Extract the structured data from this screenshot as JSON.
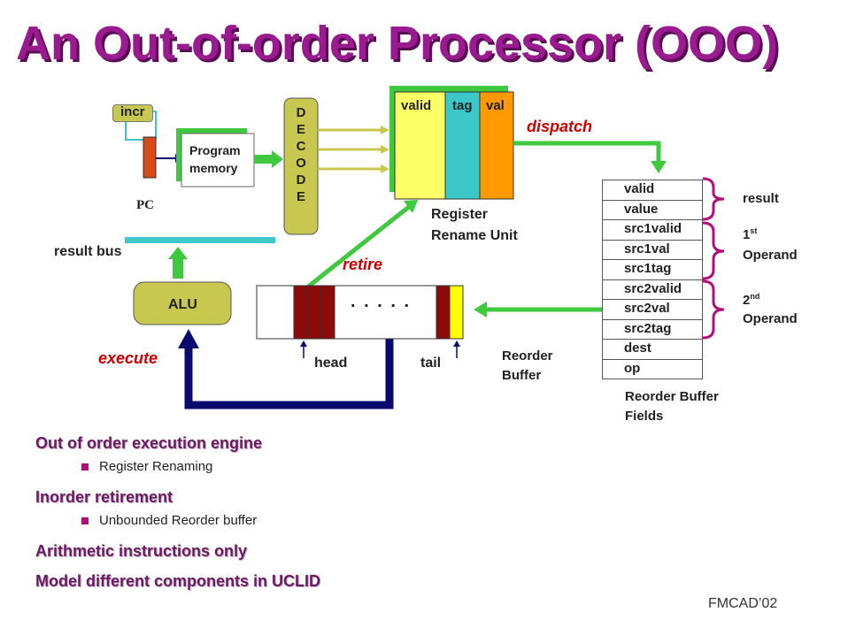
{
  "title": "An Out-of-order Processor  (OOO)",
  "pc": {
    "incr_label": "incr",
    "pc_label": "PC",
    "program_memory": [
      "Program",
      "memory"
    ]
  },
  "decode_letters": [
    "D",
    "E",
    "C",
    "O",
    "D",
    "E"
  ],
  "rename_unit": {
    "columns": [
      "valid",
      "tag",
      "val"
    ],
    "label": [
      "Register",
      "Rename Unit"
    ]
  },
  "labels": {
    "dispatch": "dispatch",
    "retire": "retire",
    "execute": "execute",
    "result_bus": "result bus",
    "alu": "ALU",
    "head": "head",
    "tail": "tail",
    "dots": ". . . . .",
    "reorder_buffer": [
      "Reorder",
      "Buffer"
    ],
    "rob_fields_caption": [
      "Reorder Buffer",
      "Fields"
    ],
    "footer": "FMCAD’02"
  },
  "rob_fields": [
    "valid",
    "value",
    "src1valid",
    "src1val",
    "src1tag",
    "src2valid",
    "src2val",
    "src2tag",
    "dest",
    "op"
  ],
  "braces": {
    "result": "result",
    "operand1": {
      "num": "1",
      "sup": "st",
      "word": "Operand"
    },
    "operand2": {
      "num": "2",
      "sup": "nd",
      "word": "Operand"
    }
  },
  "bullets": [
    {
      "head": "Out of order execution engine",
      "sub": "Register Renaming"
    },
    {
      "head": "Inorder retirement",
      "sub": "Unbounded Reorder buffer"
    },
    {
      "head": "Arithmetic instructions only",
      "sub": ""
    },
    {
      "head": "Model different components in UCLID",
      "sub": ""
    }
  ],
  "colors": {
    "title": "#9a1a8f",
    "green": "#3ec93e",
    "cyan": "#3cc8c8",
    "navy": "#0a0a6e",
    "darkred": "#8b0a0a",
    "decode": "#c8c850",
    "yellow": "#ffff66",
    "orange": "#ff9900",
    "accent_red": "#d00000"
  }
}
